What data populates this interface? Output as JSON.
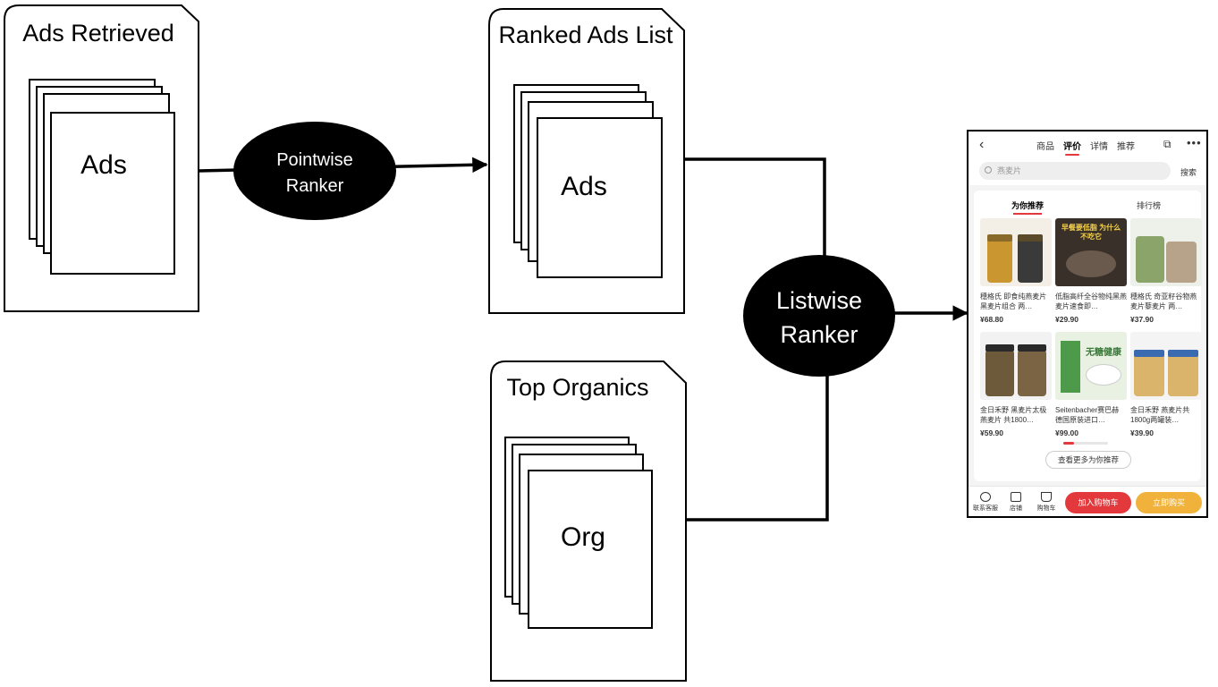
{
  "diagram": {
    "stages": [
      {
        "title": "Ads Retrieved",
        "item_label": "Ads"
      },
      {
        "title": "Ranked Ads List",
        "item_label": "Ads"
      },
      {
        "title": "Top Organics",
        "item_label": "Org"
      }
    ],
    "rankers": [
      {
        "line1": "Pointwise",
        "line2": "Ranker"
      },
      {
        "line1": "Listwise",
        "line2": "Ranker"
      }
    ]
  },
  "phone": {
    "tabs": [
      "商品",
      "评价",
      "详情",
      "推荐"
    ],
    "active_tab": "评价",
    "search_placeholder": "燕麦片",
    "search_button": "搜索",
    "section_tabs": [
      "为你推荐",
      "排行榜"
    ],
    "products": [
      {
        "name": "穗格氏 即食纯燕麦片黑麦片组合 两…",
        "price": "¥68.80",
        "color": "#c9962f"
      },
      {
        "name": "低脂高纤全谷物纯黑燕麦片速食即…",
        "price": "¥29.90",
        "color": "#3a302a",
        "banner": "早餐要低脂 为什么不吃它"
      },
      {
        "name": "穗格氏 奇亚籽谷物燕麦片藜麦片 两…",
        "price": "¥37.90",
        "color": "#8aa46a"
      },
      {
        "name": "金日禾野 黑麦片太极燕麦片 共1800…",
        "price": "¥59.90",
        "color": "#6d5a3a"
      },
      {
        "name": "Seitenbacher赛巴赫 德国原装进口…",
        "price": "¥99.00",
        "color": "#4c9a4a",
        "banner": "无糖健康"
      },
      {
        "name": "金日禾野 燕麦片共1800g两罐装…",
        "price": "¥39.90",
        "color": "#d9b46a"
      }
    ],
    "more_button": "查看更多为你推荐",
    "bottom_items": [
      "联系客服",
      "店铺",
      "购物车"
    ],
    "add_to_cart": "加入购物车",
    "buy_now": "立即购买"
  }
}
